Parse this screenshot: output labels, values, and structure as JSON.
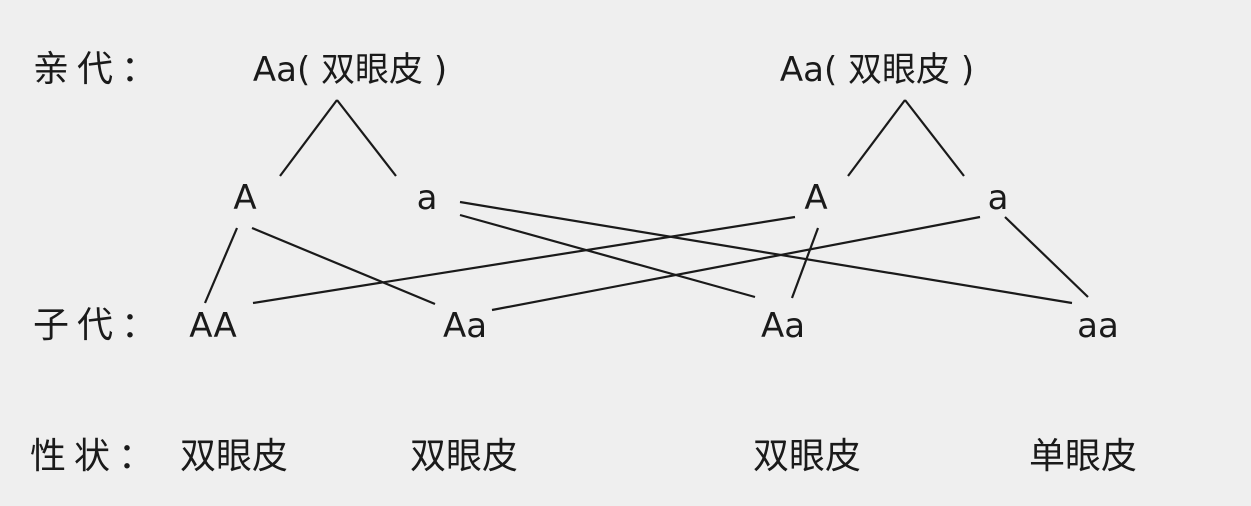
{
  "labels": {
    "parents": "亲代：",
    "offspring": "子代：",
    "traits": "性状："
  },
  "parents": [
    "Aa( 双眼皮 )",
    "Aa( 双眼皮 )"
  ],
  "gametes": [
    "A",
    "a",
    "A",
    "a"
  ],
  "offspring": [
    "AA",
    "Aa",
    "Aa",
    "aa"
  ],
  "traits": [
    "双眼皮",
    "双眼皮",
    "双眼皮",
    "单眼皮"
  ]
}
